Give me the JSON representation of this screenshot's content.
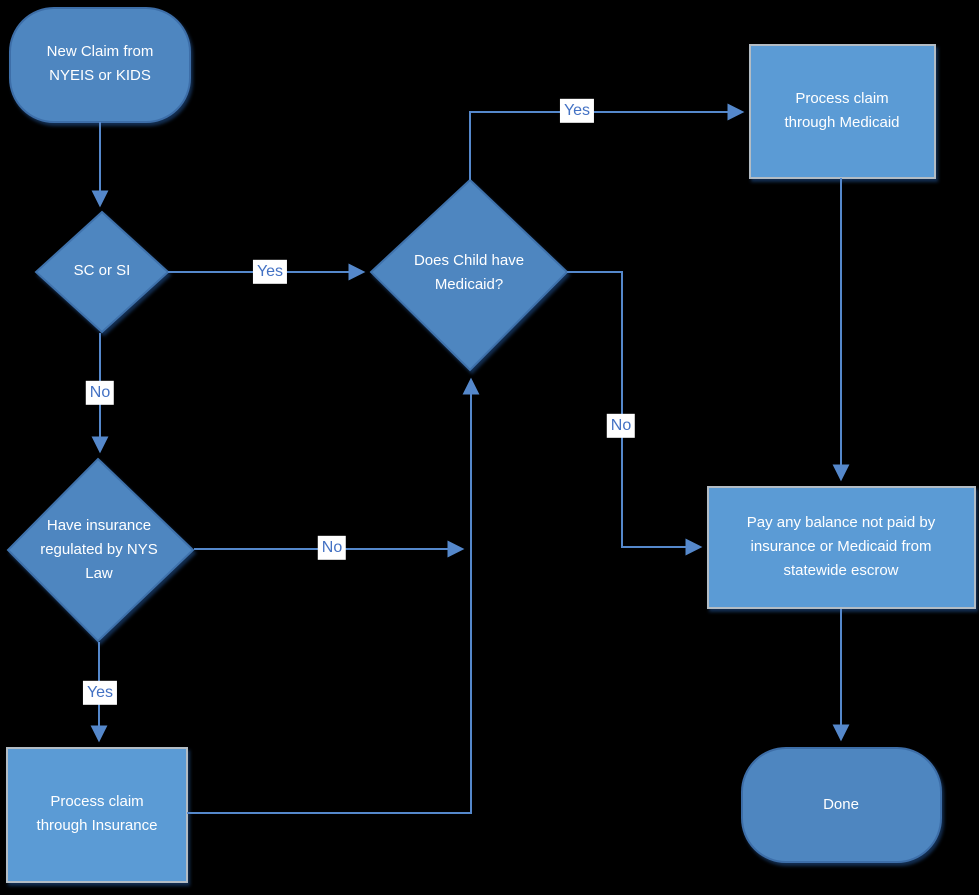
{
  "diagram": {
    "description": "Claims processing flowchart for new claims from NYEIS or KIDS",
    "colors": {
      "background": "#000000",
      "terminator_fill": "#4e86c0",
      "decision_fill": "#4e86c0",
      "process_fill": "#5b9bd5",
      "process_border": "#b3bcc4",
      "connector": "#5588cb",
      "edge_label_text": "#4472c4",
      "edge_label_background": "#ffffff",
      "node_text": "#ffffff"
    },
    "nodes": {
      "start": {
        "label": "New Claim from NYEIS or KIDS",
        "type": "terminator"
      },
      "sc_or_si": {
        "label": "SC or SI",
        "type": "decision"
      },
      "medicaid_q": {
        "label": "Does Child have Medicaid?",
        "type": "decision"
      },
      "process_medicaid": {
        "label": "Process claim through Medicaid",
        "type": "process"
      },
      "insurance_q": {
        "label": "Have insurance regulated by NYS Law",
        "type": "decision"
      },
      "process_insurance": {
        "label": "Process claim through Insurance",
        "type": "process"
      },
      "pay_balance": {
        "label": "Pay any balance not paid by insurance or Medicaid from statewide escrow",
        "type": "process"
      },
      "done": {
        "label": "Done",
        "type": "terminator"
      }
    },
    "edges": {
      "start_to_sc": {
        "from": "start",
        "to": "sc_or_si",
        "label": ""
      },
      "sc_yes": {
        "from": "sc_or_si",
        "to": "medicaid_q",
        "label": "Yes"
      },
      "sc_no": {
        "from": "sc_or_si",
        "to": "insurance_q",
        "label": "No"
      },
      "medicaid_yes": {
        "from": "medicaid_q",
        "to": "process_medicaid",
        "label": "Yes"
      },
      "medicaid_no": {
        "from": "medicaid_q",
        "to": "pay_balance",
        "label": "No"
      },
      "insurance_no": {
        "from": "insurance_q",
        "to": "medicaid_q",
        "label": "No"
      },
      "insurance_yes": {
        "from": "insurance_q",
        "to": "process_insurance",
        "label": "Yes"
      },
      "process_insurance_to_medicaid_q": {
        "from": "process_insurance",
        "to": "medicaid_q",
        "label": ""
      },
      "process_medicaid_to_pay": {
        "from": "process_medicaid",
        "to": "pay_balance",
        "label": ""
      },
      "pay_to_done": {
        "from": "pay_balance",
        "to": "done",
        "label": ""
      }
    }
  }
}
